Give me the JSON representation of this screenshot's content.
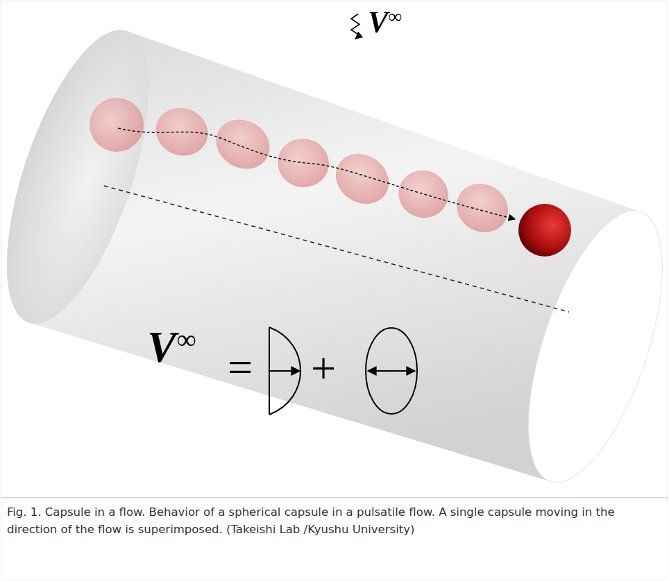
{
  "diagram": {
    "caption": "Fig. 1. Capsule in a flow. Behavior of a spherical capsule in a pulsatile flow. A single capsule moving in the direction of the flow is superimposed. (Takeishi Lab /Kyushu University)",
    "labels": [
      "V∞",
      "V∞",
      "=",
      "+"
    ]
  }
}
